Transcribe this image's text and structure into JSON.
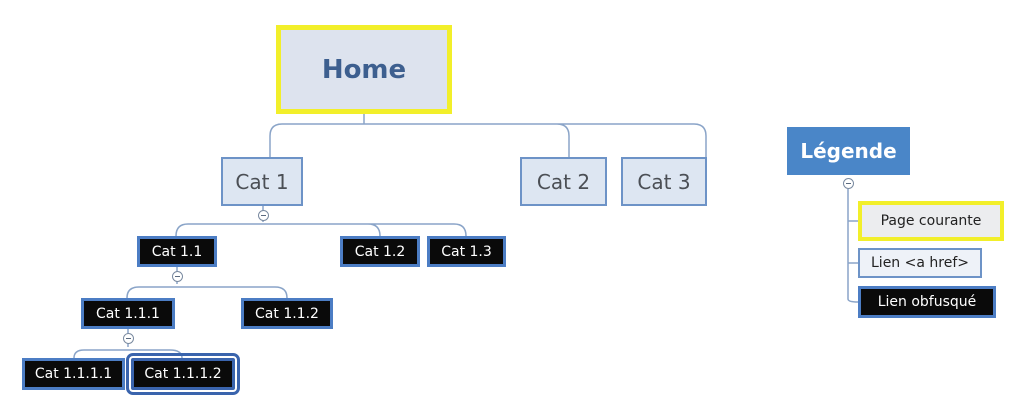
{
  "tree": {
    "home": "Home",
    "cat1": "Cat 1",
    "cat2": "Cat 2",
    "cat3": "Cat 3",
    "cat1_1": "Cat 1.1",
    "cat1_2": "Cat 1.2",
    "cat1_3": "Cat 1.3",
    "cat1_1_1": "Cat 1.1.1",
    "cat1_1_2": "Cat 1.1.2",
    "cat1_1_1_1": "Cat 1.1.1.1",
    "cat1_1_1_2": "Cat 1.1.1.2"
  },
  "legend": {
    "title": "Légende",
    "current_page": "Page courante",
    "href_link": "Lien <a href>",
    "obfuscated_link": "Lien obfusqué"
  },
  "colors": {
    "highlight_yellow": "#f2ef2a",
    "node_border_blue": "#6d93c7",
    "legend_header_blue": "#4a86c8",
    "dark_node": "#0a0a0a",
    "connector": "#8aa4c8"
  }
}
